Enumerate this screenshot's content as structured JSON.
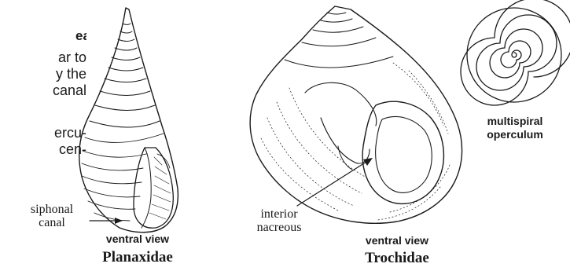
{
  "left_text": {
    "title_fragment": "ea",
    "lines": [
      "ar to",
      "y the",
      "canal",
      "",
      "ercu-",
      "cen-"
    ]
  },
  "labels": {
    "siphonal_canal": [
      "siphonal",
      "canal"
    ],
    "planaxidae_view": "ventral view",
    "planaxidae_family": "Planaxidae",
    "interior_nacreous": [
      "interior",
      "nacreous"
    ],
    "trochidae_view": "ventral view",
    "trochidae_family": "Trochidae",
    "operculum": [
      "multispiral",
      "operculum"
    ]
  },
  "colors": {
    "ink": "#1a1a1a",
    "background": "#ffffff"
  }
}
